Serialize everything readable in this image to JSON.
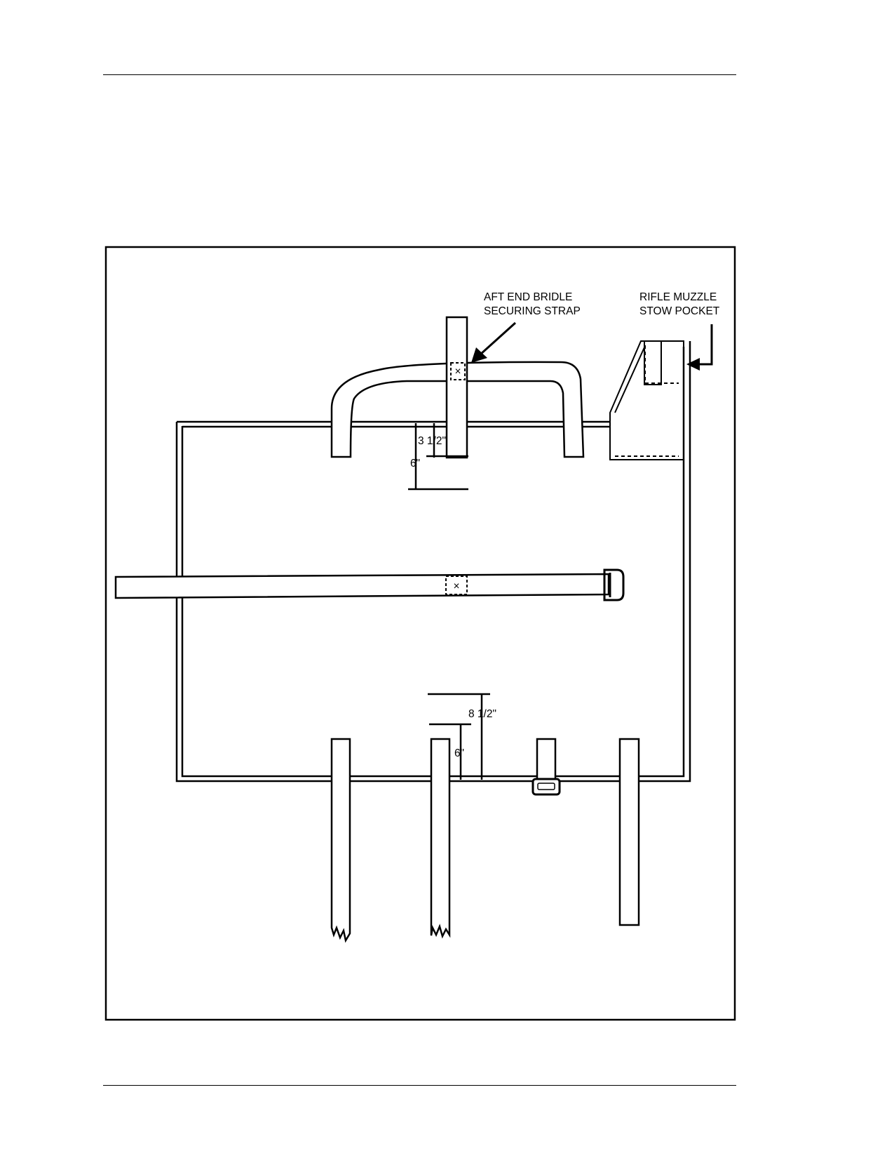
{
  "callouts": {
    "bridle_strap": [
      "AFT END BRIDLE",
      "SECURING STRAP"
    ],
    "muzzle_pocket": [
      "RIFLE MUZZLE",
      "STOW POCKET"
    ]
  },
  "dimensions": {
    "top_inner": "3 1/2\"",
    "top_outer": "6\"",
    "bottom_outer": "8 1/2\"",
    "bottom_inner": "6\""
  },
  "marks": {
    "stitch_box_glyph": "×"
  }
}
